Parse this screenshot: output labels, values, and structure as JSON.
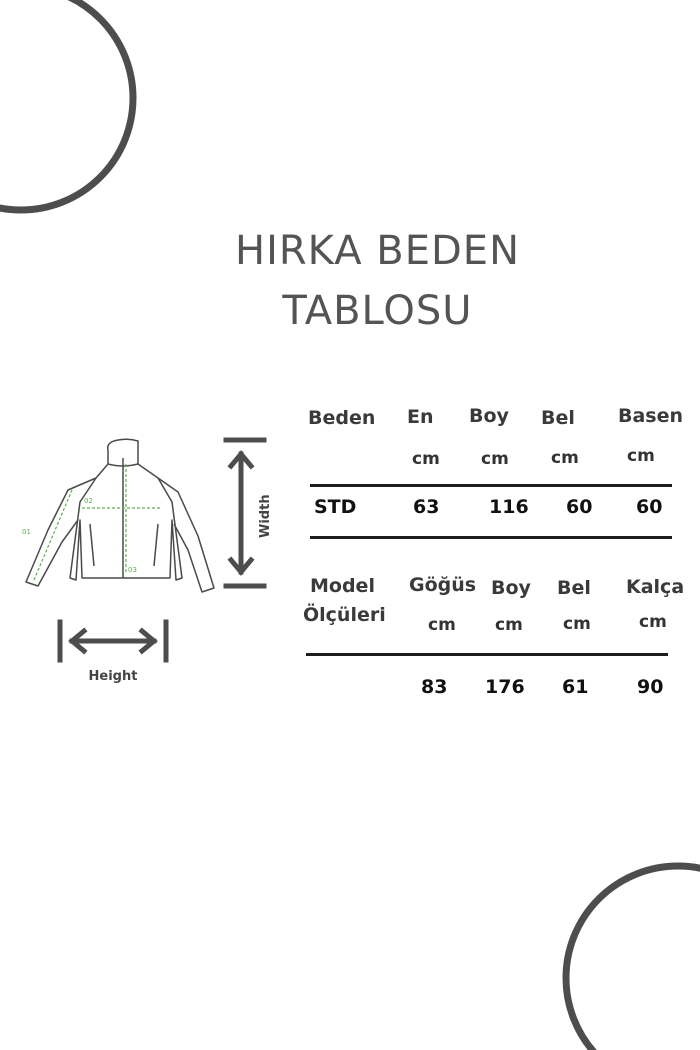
{
  "title": {
    "line1": "HIRKA BEDEN",
    "line2": "TABLOSU"
  },
  "illustration": {
    "width_label": "Width",
    "height_label": "Height",
    "measure_labels": [
      "03",
      "02",
      "01"
    ]
  },
  "size_table": {
    "headers": [
      {
        "name": "Beden",
        "unit": ""
      },
      {
        "name": "En",
        "unit": "cm"
      },
      {
        "name": "Boy",
        "unit": "cm"
      },
      {
        "name": "Bel",
        "unit": "cm"
      },
      {
        "name": "Basen",
        "unit": "cm"
      }
    ],
    "row": [
      "STD",
      "63",
      "116",
      "60",
      "60"
    ]
  },
  "model_table": {
    "headers": [
      {
        "name_line1": "Model",
        "name_line2": "Ölçüleri",
        "unit": ""
      },
      {
        "name": "Göğüs",
        "unit": "cm"
      },
      {
        "name": "Boy",
        "unit": "cm"
      },
      {
        "name": "Bel",
        "unit": "cm"
      },
      {
        "name": "Kalça",
        "unit": "cm"
      }
    ],
    "row": [
      "",
      "83",
      "176",
      "61",
      "90"
    ]
  },
  "colors": {
    "decor": "#4d4d4d",
    "measure_accent": "#5fae4e",
    "title": "#545454"
  }
}
